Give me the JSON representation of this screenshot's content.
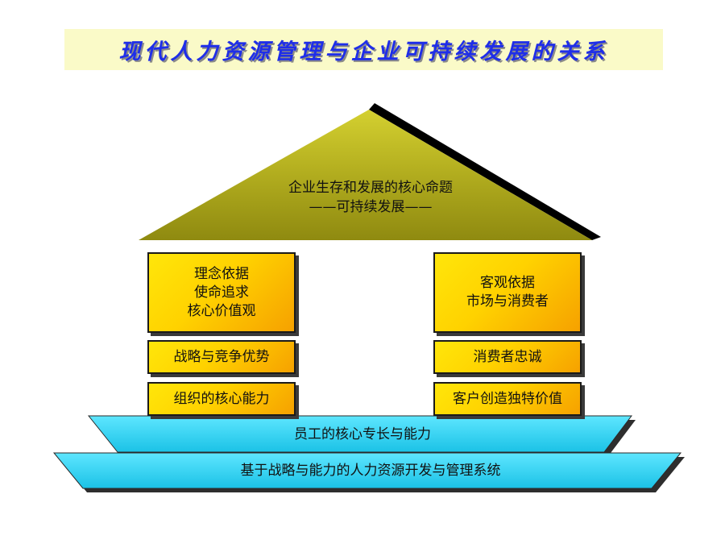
{
  "title": "现代人力资源管理与企业可持续发展的关系",
  "roof": {
    "line1": "企业生存和发展的核心命题",
    "line2": "——可持续发展——"
  },
  "left_pillar": {
    "top": [
      "理念依据",
      "使命追求",
      "核心价值观"
    ],
    "middle": "战略与竞争优势",
    "bottom": "组织的核心能力"
  },
  "right_pillar": {
    "top": [
      "客观依据",
      "市场与消费者"
    ],
    "middle": "消费者忠诚",
    "bottom": "客户创造独特价值"
  },
  "base_upper": "员工的核心专长与能力",
  "base_lower": "基于战略与能力的人力资源开发与管理系统",
  "colors": {
    "title_text": "#1f2ee8",
    "title_bg": "#fafac8",
    "roof": "#9c9816",
    "pillar_box": "#ffd200",
    "base": "#33d6f2"
  }
}
